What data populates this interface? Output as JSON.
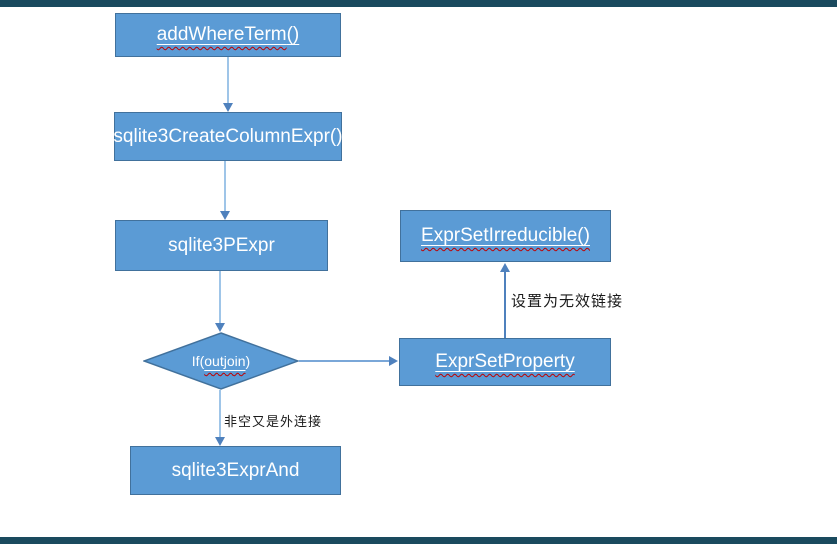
{
  "diagram": {
    "type": "flowchart",
    "description": "SQLite addWhereTerm call flow"
  },
  "colors": {
    "frame_bar": "#1a4a5e",
    "node_fill": "#5b9bd5",
    "node_border": "#41719c",
    "connector_light": "#9fc5e8",
    "connector_strong": "#4f81bd",
    "node_text": "#ffffff",
    "annotation_text": "#1a1a1a",
    "squiggle": "#c00000"
  },
  "nodes": {
    "add_where_term": {
      "word": "addWhereTerm",
      "post": "()"
    },
    "create_column_expr": {
      "text": "sqlite3CreateColumnExpr()"
    },
    "pexpr": {
      "text": "sqlite3PExpr"
    },
    "if_outjoin": {
      "pre": "If(",
      "word": "outjoin",
      "post": ")"
    },
    "expr_set_irreducible": {
      "word": "ExprSetIrreducible()"
    },
    "expr_set_property": {
      "word": "ExprSetProperty"
    },
    "expr_and": {
      "text": "sqlite3ExprAnd"
    }
  },
  "labels": {
    "set_invalid_link": "设置为无效链接",
    "nonempty_outer_join": "非空又是外连接"
  }
}
